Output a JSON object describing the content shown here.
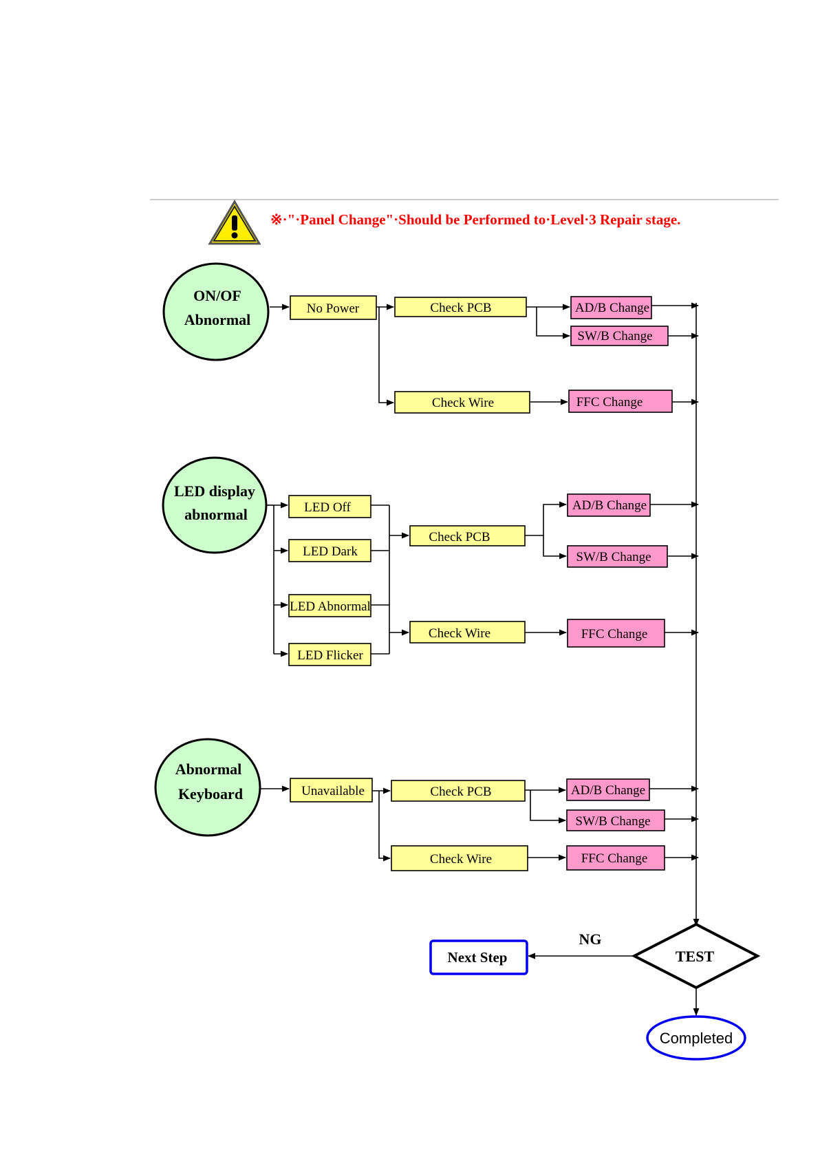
{
  "colors": {
    "warning_text": "#ff0000",
    "start_fill": "#ccffcc",
    "step_fill": "#ffff99",
    "change_fill": "#ff99cc",
    "terminal_stroke": "#0000ee",
    "line": "#000000",
    "rule": "#cccccc"
  },
  "warning": {
    "icon": "warning-triangle-icon",
    "text": "※·\"·Panel Change\"·Should be Performed to·Level·3 Repair stage."
  },
  "start_nodes": {
    "onoff": [
      "ON/OF",
      "Abnormal"
    ],
    "led": [
      "LED display",
      "abnormal"
    ],
    "keyboard": [
      "Abnormal",
      "Keyboard"
    ]
  },
  "symptoms": {
    "no_power": "No Power",
    "led_off": "LED Off",
    "led_dark": "LED Dark",
    "led_abnormal": "LED Abnormal",
    "led_flicker": "LED Flicker",
    "unavailable": "Unavailable"
  },
  "checks": {
    "check_pcb": "Check PCB",
    "check_wire": "Check Wire"
  },
  "actions": {
    "adb_change": "AD/B Change",
    "swb_change": "SW/B Change",
    "ffc_change": "FFC Change"
  },
  "decision": {
    "test": "TEST",
    "ng": "NG"
  },
  "terminals": {
    "next_step": "Next Step",
    "completed": "Completed"
  }
}
